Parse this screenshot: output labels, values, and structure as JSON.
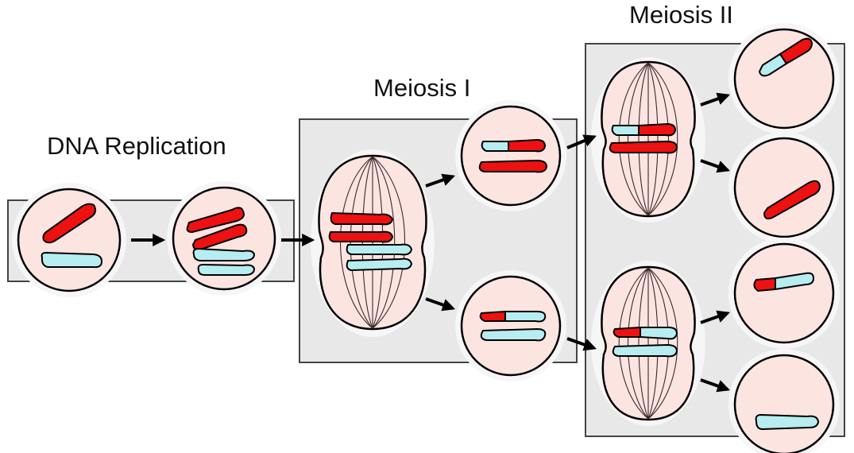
{
  "stages": {
    "replication": "DNA Replication",
    "meiosis1": "Meiosis I",
    "meiosis2": "Meiosis II"
  },
  "colors": {
    "maternal_chromosome": "#ee1111",
    "paternal_chromosome": "#b7edf0",
    "cell_fill": "#fce4e1",
    "panel_fill": "#e8e8e8"
  }
}
